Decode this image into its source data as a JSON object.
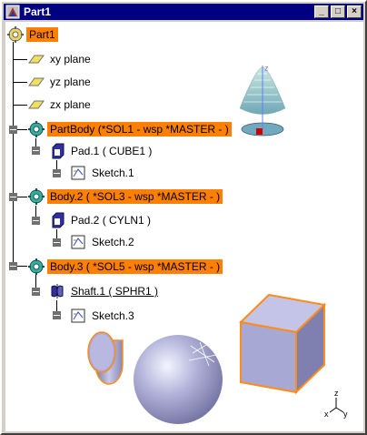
{
  "window": {
    "title": "Part1",
    "controls": {
      "minimize": "_",
      "maximize": "□",
      "close": "×"
    }
  },
  "tree": {
    "root": {
      "label": "Part1",
      "icon": "part-icon"
    },
    "planes": [
      {
        "label": "xy plane",
        "icon": "plane-icon"
      },
      {
        "label": "yz plane",
        "icon": "plane-icon"
      },
      {
        "label": "zx plane",
        "icon": "plane-icon"
      }
    ],
    "bodies": [
      {
        "label": "PartBody (*SOL1 - wsp *MASTER - )",
        "icon": "body-gear-icon",
        "feature": {
          "label": "Pad.1 ( CUBE1 )",
          "icon": "pad-icon"
        },
        "sketch": {
          "label": "Sketch.1",
          "icon": "sketch-icon"
        }
      },
      {
        "label": "Body.2 ( *SOL3 - wsp *MASTER - )",
        "icon": "body-gear-icon",
        "feature": {
          "label": "Pad.2 ( CYLN1 )",
          "icon": "pad-icon"
        },
        "sketch": {
          "label": "Sketch.2",
          "icon": "sketch-icon"
        }
      },
      {
        "label": "Body.3 ( *SOL5 - wsp *MASTER - )",
        "icon": "body-gear-icon",
        "feature": {
          "label": "Shaft.1 ( SPHR1 )",
          "icon": "shaft-icon"
        },
        "sketch": {
          "label": "Sketch.3",
          "icon": "sketch-icon"
        }
      }
    ]
  },
  "axes": {
    "z": "z",
    "x": "x",
    "y": "y"
  },
  "colors": {
    "highlight": "#ff7f00",
    "titlebar": "#000080",
    "solid": "#a8a8d8",
    "edge": "#ff8c1a"
  }
}
